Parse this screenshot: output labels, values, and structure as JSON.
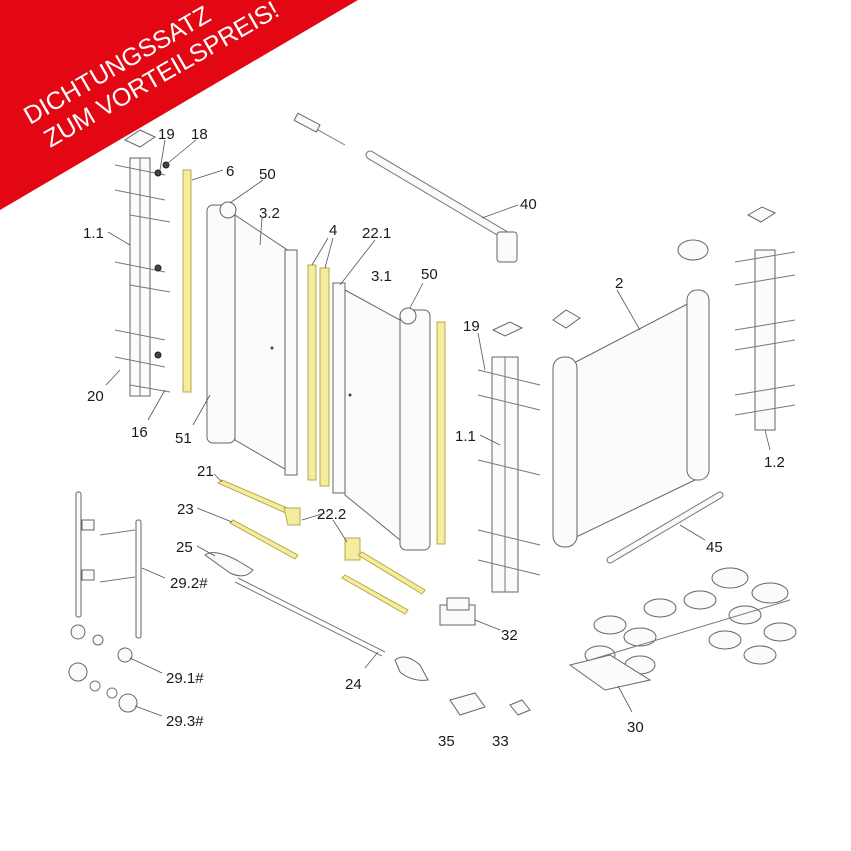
{
  "banner": {
    "line1": "DICHTUNGSSATZ",
    "line2": "ZUM VORTEILSPREIS!",
    "color": "#e30613"
  },
  "seal_color": "#f4ec9f",
  "labels": {
    "p19a": "19",
    "p18": "18",
    "p6": "6",
    "p50a": "50",
    "p3_2": "3.2",
    "p1_1a": "1.1",
    "p4": "4",
    "p22_1": "22.1",
    "p3_1": "3.1",
    "p50b": "50",
    "p40": "40",
    "p19b": "19",
    "p2": "2",
    "p1_2": "1.2",
    "p1_1b": "1.1",
    "p20": "20",
    "p16": "16",
    "p51": "51",
    "p21": "21",
    "p23": "23",
    "p22_2": "22.2",
    "p25": "25",
    "p29_2": "29.2#",
    "p29_1": "29.1#",
    "p29_3": "29.3#",
    "p24": "24",
    "p32": "32",
    "p45": "45",
    "p30": "30",
    "p35": "35",
    "p33": "33"
  }
}
